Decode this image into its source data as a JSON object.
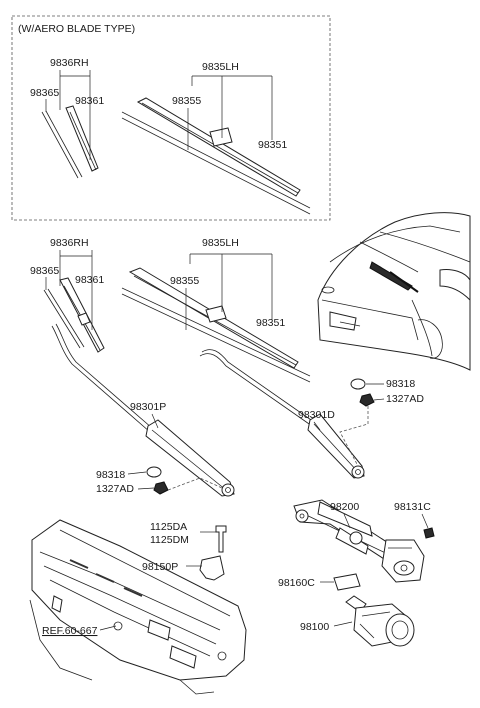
{
  "title": "(W/AERO BLADE TYPE)",
  "labels": {
    "aero_rh": "9836RH",
    "aero_lh": "9835LH",
    "aero_98365": "98365",
    "aero_98361": "98361",
    "aero_98355": "98355",
    "aero_98351": "98351",
    "rh": "9836RH",
    "lh": "9835LH",
    "p98365": "98365",
    "p98361": "98361",
    "p98355": "98355",
    "p98351": "98351",
    "p98301P": "98301P",
    "p98301D": "98301D",
    "p98318_right": "98318",
    "p1327AD_right": "1327AD",
    "p98318_left": "98318",
    "p1327AD_left": "1327AD",
    "p98200": "98200",
    "p98131C": "98131C",
    "p1125DA": "1125DA",
    "p1125DM": "1125DM",
    "p98150P": "98150P",
    "p98160C": "98160C",
    "p98100": "98100",
    "ref": "REF.60-667"
  }
}
